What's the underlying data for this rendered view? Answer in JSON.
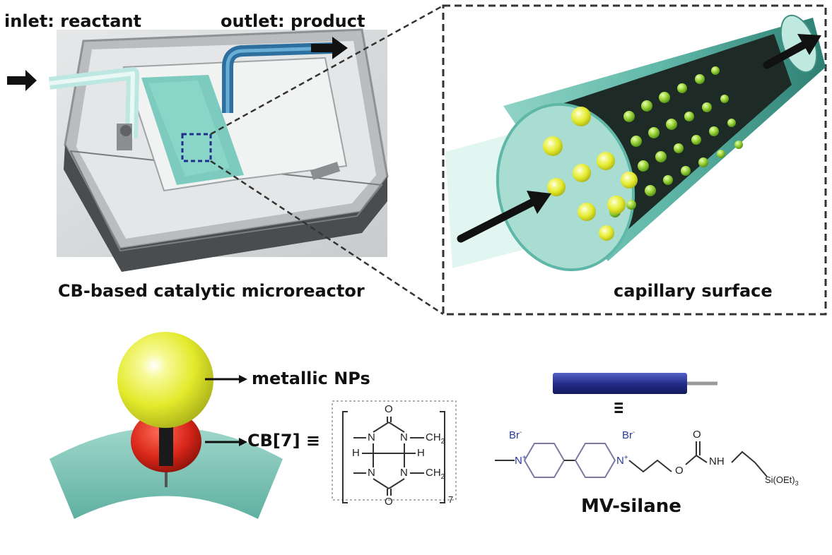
{
  "labels": {
    "inlet": "inlet: reactant",
    "outlet": "outlet: product",
    "reactor_caption": "CB-based catalytic microreactor",
    "capillary_caption": "capillary surface",
    "metallic_nps": "metallic NPs",
    "cb7": "CB[7] ≡",
    "mv_silane": "MV-silane",
    "equiv": "III"
  },
  "cb7_structure": {
    "atoms": {
      "o_top": "O",
      "o_bottom": "O",
      "n1": "N",
      "n2": "N",
      "n3": "N",
      "n4": "N",
      "ch2_top": "CH",
      "ch2_top_sub": "2",
      "ch2_bottom": "CH",
      "ch2_bottom_sub": "2",
      "h_left": "H",
      "h_right": "H",
      "repeat": "7"
    }
  },
  "mv_structure": {
    "atoms": {
      "br1": "Br",
      "br1_sup": "-",
      "br2": "Br",
      "br2_sup": "-",
      "n_plus1": "N",
      "n_plus1_sup": "+",
      "n_plus2": "N",
      "n_plus2_sup": "+",
      "o1": "O",
      "o2": "O",
      "nh": "NH",
      "si": "Si(OEt)",
      "si_sub": "3"
    }
  },
  "colors": {
    "reactor_bg": "#d8dbdc",
    "frame": "#a9aeb1",
    "channel": "#6fc7b8",
    "capillary": "#5fb7a8",
    "np_yellow": "#e8ef3a",
    "cb_red": "#d8261a",
    "rod_blue": "#242e8a",
    "arrow": "#1a1a1a",
    "dashed": "#333333"
  }
}
